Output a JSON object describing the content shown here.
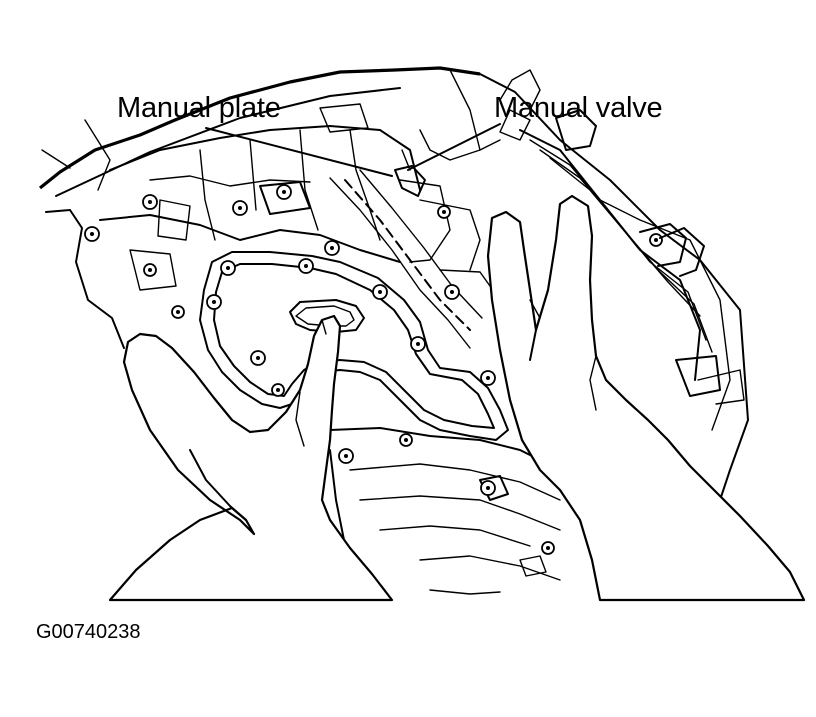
{
  "callouts": {
    "manual_plate": "Manual plate",
    "manual_valve": "Manual valve"
  },
  "figure_code": "G00740238"
}
